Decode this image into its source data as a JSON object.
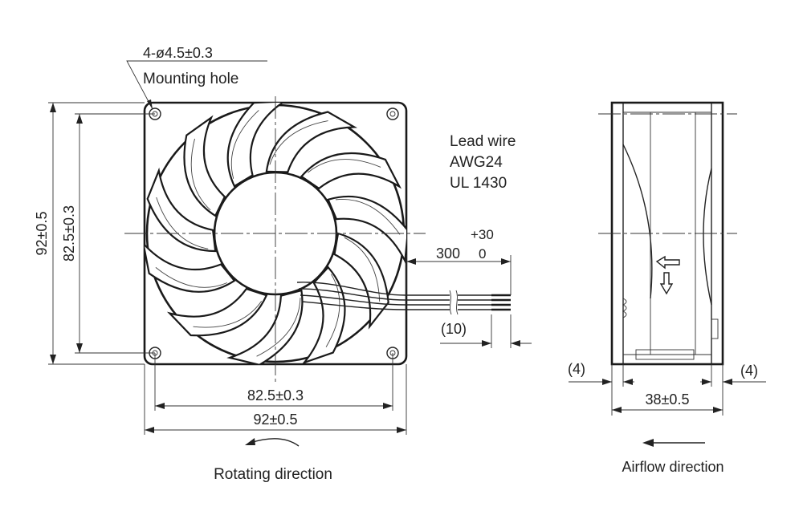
{
  "front_view": {
    "mounting_hole_spec": "4-ø4.5±0.3",
    "mounting_hole_label": "Mounting hole",
    "height_overall": "92±0.5",
    "height_pitch": "82.5±0.3",
    "width_pitch": "82.5±0.3",
    "width_overall": "92±0.5",
    "rotating_direction_label": "Rotating direction"
  },
  "lead_wire": {
    "line1": "Lead wire",
    "line2": "AWG24",
    "line3": "UL 1430",
    "length": "300",
    "tol_plus": "+30",
    "tol_minus": "0",
    "strip_length": "(10)"
  },
  "side_view": {
    "depth": "38±0.5",
    "flange_left": "(4)",
    "flange_right": "(4)",
    "airflow_direction_label": "Airflow direction"
  }
}
